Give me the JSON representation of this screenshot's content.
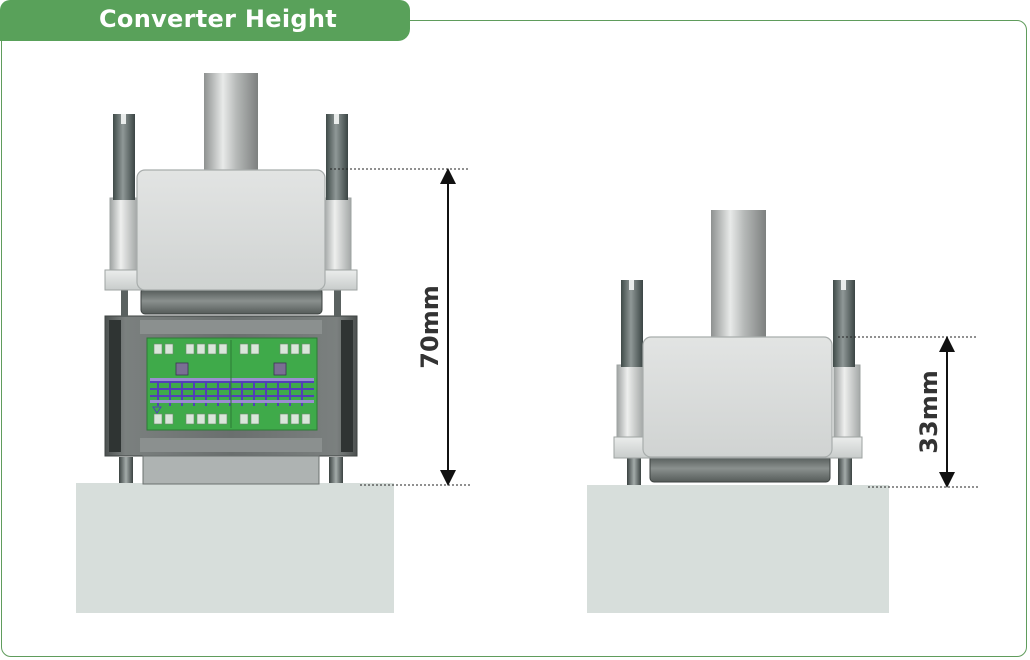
{
  "header": {
    "title": "Converter Height"
  },
  "dimensions": {
    "with_converter": "70mm",
    "without_converter": "33mm"
  },
  "colors": {
    "accent": "#59a15a",
    "base_block": "#d7dedb",
    "pcb": "#3faa4a"
  },
  "icons": {
    "arrow": "double-headed-arrow"
  }
}
